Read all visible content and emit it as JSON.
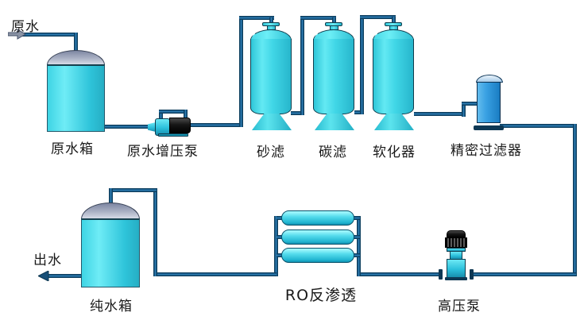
{
  "labels": {
    "raw_water_in": "原水",
    "raw_water_tank": "原水箱",
    "booster_pump": "原水增压泵",
    "sand_filter": "砂滤",
    "carbon_filter": "碳滤",
    "softener": "软化器",
    "precision_filter": "精密过滤器",
    "ro_unit": "RO反渗透",
    "high_pressure_pump": "高压泵",
    "pure_water_tank": "纯水箱",
    "water_out": "出水"
  },
  "process_order": [
    "原水",
    "原水箱",
    "原水增压泵",
    "砂滤",
    "碳滤",
    "软化器",
    "精密过滤器",
    "高压泵",
    "RO反渗透",
    "纯水箱",
    "出水"
  ],
  "colors": {
    "background": "#ffffff",
    "pipe_core": "#3488c0",
    "pipe_edge": "#0c3750",
    "vessel_cyan": "#40d6e6",
    "tank_dome_gray": "#aab1c4",
    "precision_filter_blue": "#2e96dc",
    "pump_motor_black": "#161616",
    "inlet_arrow_gray": "#8a93a4",
    "label_text": "#1a1a1a"
  }
}
